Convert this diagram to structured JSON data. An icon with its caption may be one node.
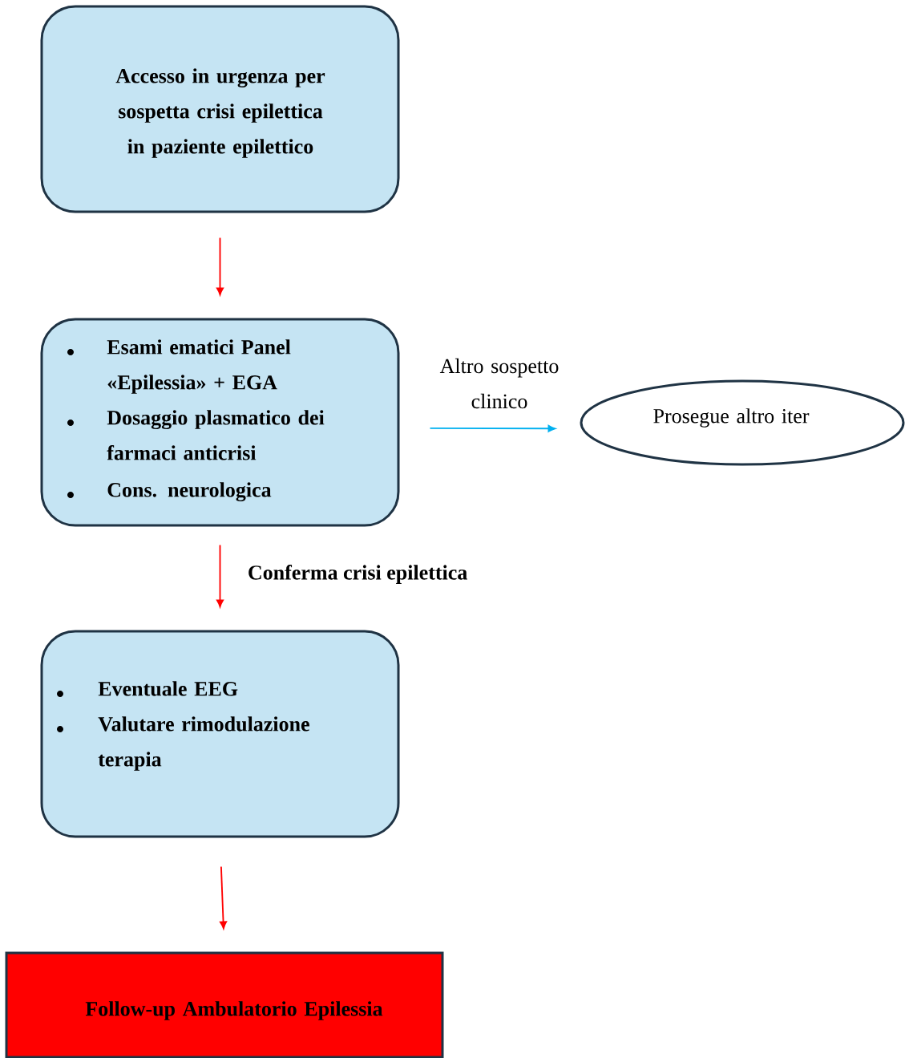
{
  "diagram": {
    "nodes": [
      {
        "text": [
          "Accesso in urgenza per sospetta crisi epilettica in paziente epilettico"
        ]
      },
      {
        "text": [
          "Esami ematici Panel «Epilessia» + EGA",
          "Dosaggio plasmatico dei farmaci anticrisi",
          "Cons. neurologica"
        ]
      },
      {
        "text": [
          "Prosegue altro iter"
        ]
      },
      {
        "text": [
          "Eventuale EEG",
          "Valutare rimodulazione terapia"
        ]
      },
      {
        "text": [
          "Follow-up Ambulatorio Epilessia"
        ]
      }
    ],
    "edges": [
      {
        "from": 0,
        "to": 1,
        "arrow": "to"
      },
      {
        "from": 1,
        "to": 2,
        "arrow": "to",
        "label": "Altro sospetto clinico",
        "color": "#00b0f0"
      },
      {
        "from": 1,
        "to": 3,
        "arrow": "to",
        "label": "Conferma crisi epilettica"
      },
      {
        "from": 3,
        "to": 4,
        "arrow": "to"
      }
    ]
  }
}
